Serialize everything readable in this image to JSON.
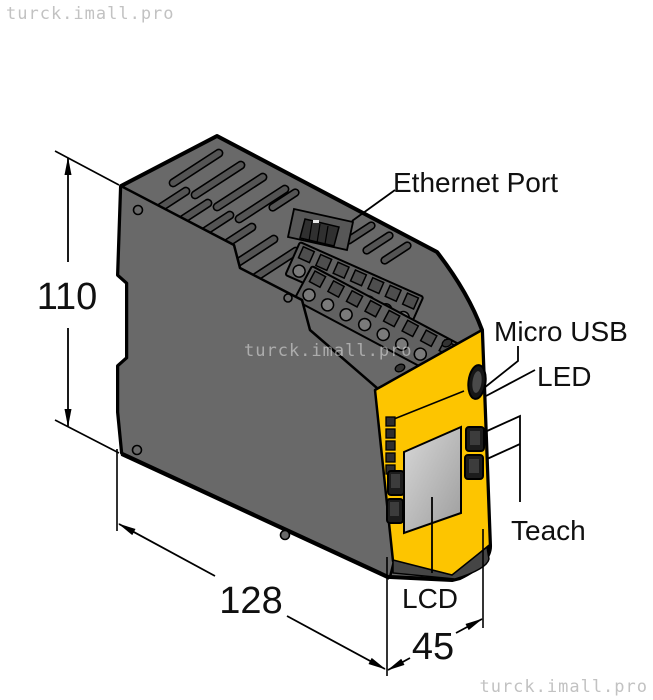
{
  "watermark": {
    "text": "turck.imall.pro"
  },
  "labels": {
    "ethernet_port": "Ethernet Port",
    "micro_usb": "Micro USB",
    "led": "LED",
    "teach": "Teach",
    "lcd": "LCD"
  },
  "dims": {
    "height_mm": "110",
    "width_mm": "128",
    "depth_mm": "45"
  },
  "colors": {
    "body_gray": "#696969",
    "panel_yellow": "#FDC500",
    "outline": "#000000",
    "lcd_light": "#D8D8D8",
    "lcd_dark": "#9D9D9D",
    "watermark_gray": "#C2C2C2"
  }
}
